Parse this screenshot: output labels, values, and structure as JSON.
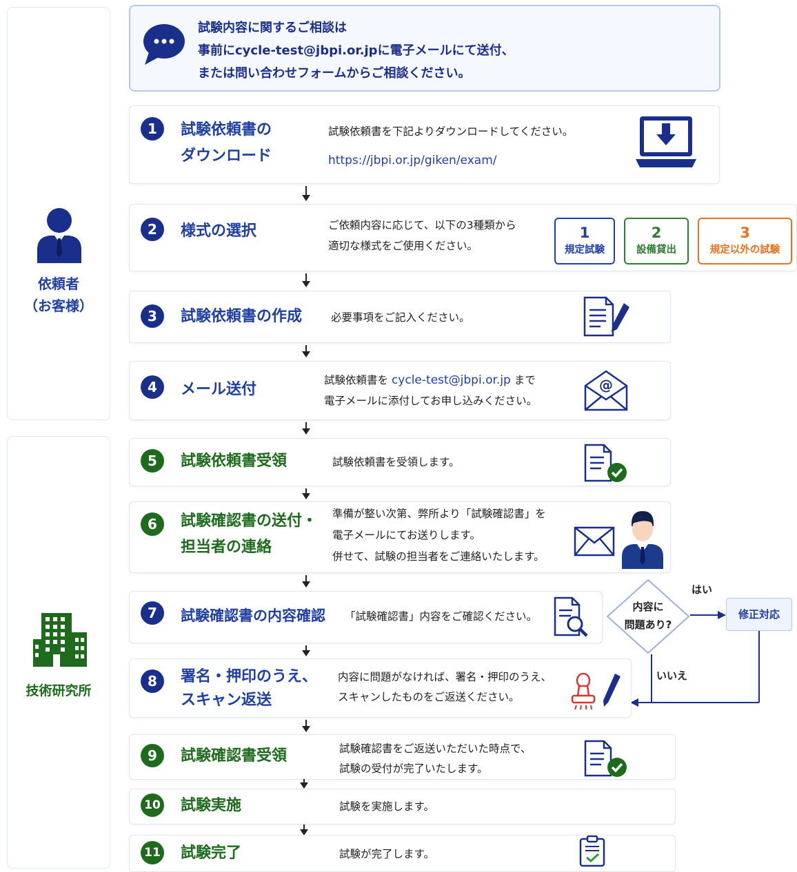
{
  "consult": {
    "line1": "試験内容に関するご相談は",
    "line2": "事前にcycle-test@jbpi.or.jpに電子メールにて送付、",
    "line3": "または問い合わせフォームからご相談ください。"
  },
  "roles": {
    "client_line1": "依頼者",
    "client_line2": "（お客様）",
    "lab": "技術研究所"
  },
  "steps": [
    {
      "num": "1",
      "title1": "試験依頼書の",
      "title2": "ダウンロード",
      "desc1": "試験依頼書を下記よりダウンロードしてください。",
      "url": "https://jbpi.or.jp/giken/exam/"
    },
    {
      "num": "2",
      "title1": "様式の選択",
      "desc1": "ご依頼内容に応じて、以下の3種類から",
      "desc2": "適切な様式をご使用ください。"
    },
    {
      "num": "3",
      "title1": "試験依頼書の作成",
      "desc1": "必要事項をご記入ください。"
    },
    {
      "num": "4",
      "title1": "メール送付",
      "desc1a": "試験依頼書を",
      "email": "cycle-test@jbpi.or.jp",
      "desc1b": "まで",
      "desc2": "電子メールに添付してお申し込みください。"
    },
    {
      "num": "5",
      "title1": "試験依頼書受領",
      "desc1": "試験依頼書を受領します。"
    },
    {
      "num": "6",
      "title1": "試験確認書の送付・",
      "title2": "担当者の連絡",
      "desc1": "準備が整い次第、弊所より「試験確認書」を",
      "desc2": "電子メールにてお送りします。",
      "desc3": "併せて、試験の担当者をご連絡いたします。"
    },
    {
      "num": "7",
      "title1": "試験確認書の内容確認",
      "desc1": "「試験確認書」内容をご確認ください。"
    },
    {
      "num": "8",
      "title1": "署名・押印のうえ、",
      "title2": "スキャン返送",
      "desc1": "内容に問題がなければ、署名・押印のうえ、",
      "desc2": "スキャンしたものをご返送ください。"
    },
    {
      "num": "9",
      "title1": "試験確認書受領",
      "desc1": "試験確認書をご返送いただいた時点で、",
      "desc2": "試験の受付が完了いたします。"
    },
    {
      "num": "10",
      "title1": "試験実施",
      "desc1": "試験を実施します。"
    },
    {
      "num": "11",
      "title1": "試験完了",
      "desc1": "試験が完了します。"
    }
  ],
  "form_types": [
    {
      "num": "1",
      "label": "規定試験",
      "color": "#1f3fa3"
    },
    {
      "num": "2",
      "label": "設備貸出",
      "color": "#2e7d32"
    },
    {
      "num": "3",
      "label": "規定以外の試験",
      "color": "#e8711c"
    }
  ],
  "decision": {
    "line1": "内容に",
    "line2": "問題あり?",
    "yes": "はい",
    "no": "いいえ",
    "fix": "修正対応"
  }
}
